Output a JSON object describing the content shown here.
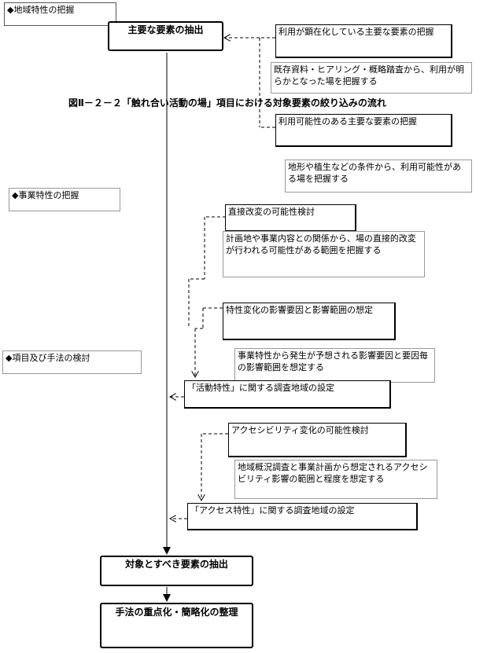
{
  "caption": "図Ⅱ－２－２「触れ合い活動の場」項目における対象要素の絞り込みの流れ",
  "sections": {
    "region": "◆地域特性の把握",
    "project": "◆事業特性の把握",
    "method": "◆項目及び手法の検討"
  },
  "main_boxes": {
    "extract_main": "主要な要素の抽出",
    "extract_target": "対象とすべき要素の抽出",
    "focus": "手法の重点化・簡略化の整理"
  },
  "steps": {
    "existing_use": "利用が顕在化している主要な要素の把握",
    "existing_use_note": "既存資料・ヒアリング・概略踏査から、利用が明らかとなった場を把握する",
    "possible_use": "利用可能性のある主要な要素の把握",
    "possible_use_note": "地形や植生などの条件から、利用可能性がある場を把握する",
    "direct_change": "直接改変の可能性検討",
    "direct_change_note": "計画地や事業内容との関係から、場の直接的改変が行われる可能性がある範囲を把握する",
    "factor_range": "特性変化の影響要因と影響範囲の想定",
    "factor_range_note": "事業特性から発生が予想される影響要因と要因毎の影響範囲を想定する",
    "activity_area": "「活動特性」に関する調査地域の設定",
    "access_change": "アクセシビリティ変化の可能性検討",
    "access_change_note": "地域概況調査と事業計画から想定されるアクセシビリティ影響の範囲と程度を想定する",
    "access_area": "「アクセス特性」に関する調査地域の設定"
  }
}
